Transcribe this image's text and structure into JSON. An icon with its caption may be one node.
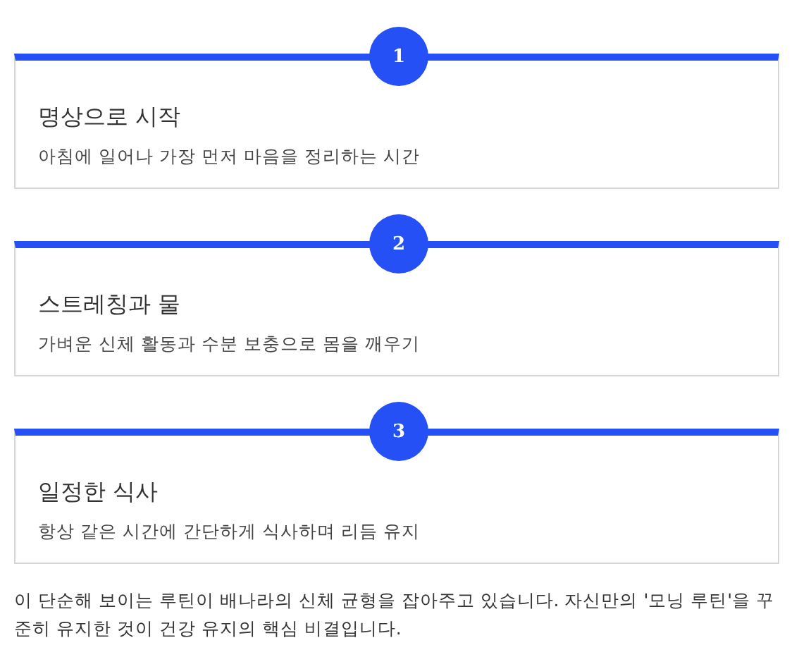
{
  "diagram": {
    "caption": "이 단순해 보이는 루틴이 배나라의 신체 균형을 잡아주고 있습니다. 자신만의 '모닝 루틴'을 꾸준히 유지한 것이 건강 유지의 핵심 비결입니다.",
    "nodes": [
      {
        "text": [
          "1"
        ]
      },
      {
        "text": [
          "명상으로 시작",
          "아침에 일어나 가장 먼저 마음을 정리하는 시간"
        ]
      },
      {
        "text": [
          "2"
        ]
      },
      {
        "text": [
          "스트레칭과 물",
          "가벼운 신체 활동과 수분 보충으로 몸을 깨우기"
        ]
      },
      {
        "text": [
          "3"
        ]
      },
      {
        "text": [
          "일정한 식사",
          "항상 같은 시간에 간단하게 식사하며 리듬 유지"
        ]
      }
    ]
  }
}
